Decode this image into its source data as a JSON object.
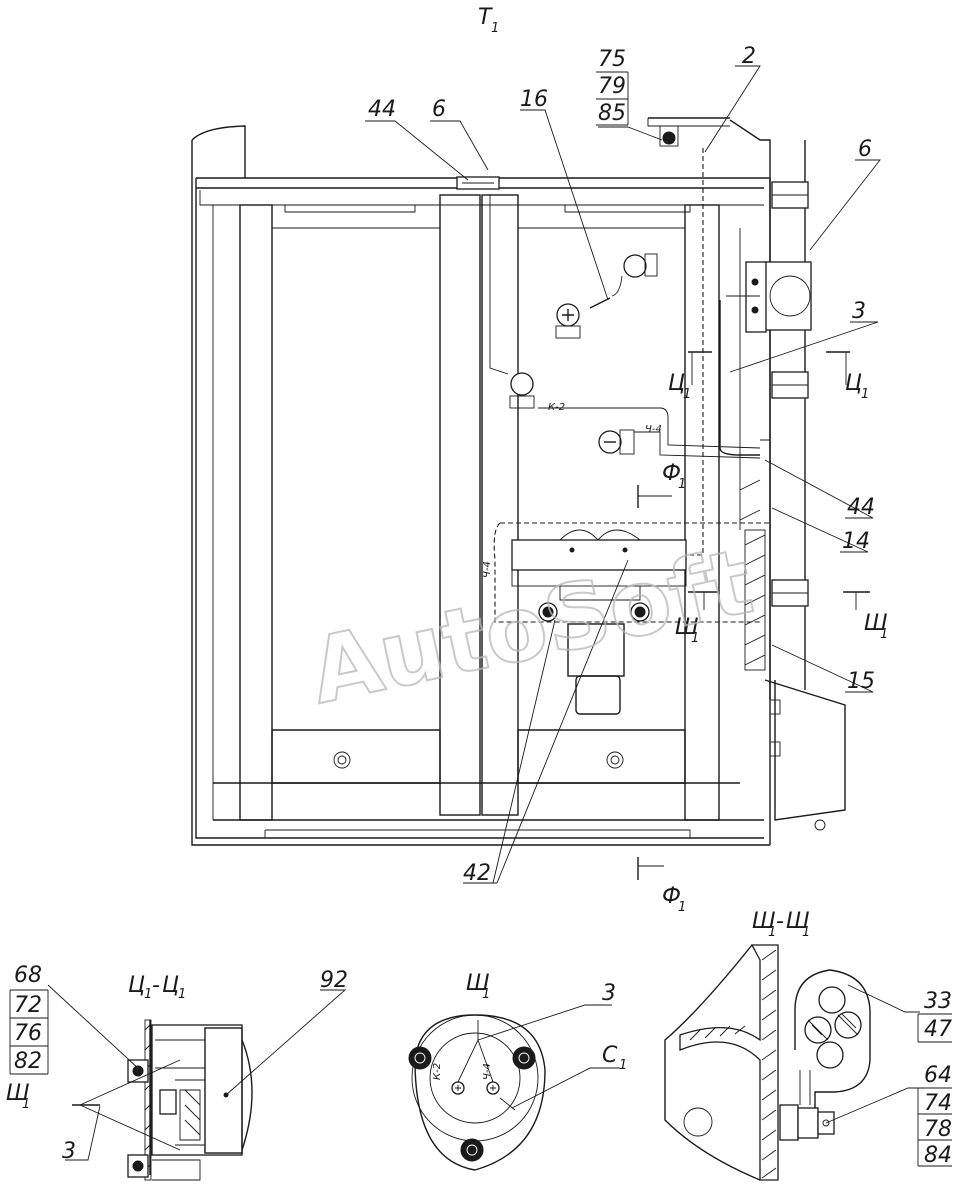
{
  "view_title": "Т",
  "view_title_sub": "1",
  "watermark": "AutoSoft",
  "callouts": {
    "c44_top": "44",
    "c6_top": "6",
    "c16": "16",
    "c75_79_85": [
      "75",
      "79",
      "85"
    ],
    "c2": "2",
    "c6_right": "6",
    "c3_right": "3",
    "c44_right": "44",
    "c14": "14",
    "c15": "15",
    "c42": "42",
    "c92": "92",
    "c68_72_76_82": [
      "68",
      "72",
      "76",
      "82"
    ],
    "c3_left": "3",
    "c3_mid": "3",
    "cC1": "С",
    "cC1_sub": "1",
    "c33_47": [
      "33",
      "47"
    ],
    "c64_74_78_84": [
      "64",
      "74",
      "78",
      "84"
    ]
  },
  "section_marks": {
    "ts1": "Ц",
    "sh1": "Ш",
    "f1": "Ф",
    "sub": "1"
  },
  "section_titles": {
    "ts_ts": "Ц",
    "sh_sh": "Ш",
    "sh_single": "Ш",
    "sub": "1",
    "dash": "-"
  },
  "wire_labels": {
    "k2": "К-2",
    "ch4_a": "Ч-4",
    "ch4_b": "Ч-4",
    "k2_small": "К-2",
    "ch4_small": "Ч-4"
  }
}
